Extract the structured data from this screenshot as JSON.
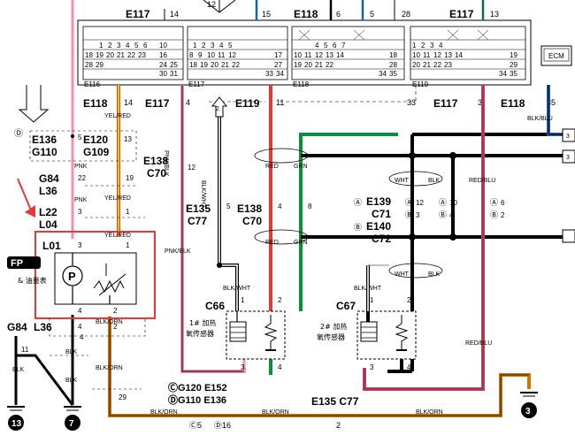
{
  "header": {
    "left_label": "E117",
    "left_pin": "14",
    "pin12": "12",
    "pin15": "15",
    "mid_label": "E118",
    "mid_pin6": "6",
    "mid_pin5": "5",
    "mid_pin28": "28",
    "right_label": "E117",
    "right_pin": "13"
  },
  "ecm": {
    "label": "ECM",
    "conn_e116": "E116",
    "conn_e117": "E117",
    "conn_e118": "E118",
    "conn_e119": "E119"
  },
  "below_ecm": {
    "e118": "E118",
    "e118_pin": "14",
    "e117": "E117",
    "e117_pin": "4",
    "e119": "E119",
    "e119_pin": "11",
    "pin33": "33",
    "e117_right": "E117",
    "e117_right_pin": "3",
    "e118_right": "E118",
    "e118_right_pin": "35"
  },
  "wires": {
    "yel_red": "YEL/RED",
    "pnk": "PNK",
    "pnk_blk": "PNK/BLK",
    "blk_wht": "BLK/WHT",
    "red": "RED",
    "grn": "GRN",
    "wht": "WHT",
    "blk": "BLK",
    "red_blu": "RED/BLU",
    "blk_blu": "BLK/BLU",
    "blk_orn": "BLK/ORN"
  },
  "left_conn": {
    "d_marker": "Ⓓ",
    "e136": "E136",
    "e136_pin": "5",
    "g110": "G110",
    "e120": "E120",
    "e120_pin": "13",
    "g109": "G109",
    "g84": "G84",
    "g84_pin": "22",
    "l36": "L36",
    "pin19": "19",
    "l22": "L22",
    "l22_pin": "3",
    "pin1": "1",
    "l04": "L04",
    "l01": "L01",
    "l01_pin": "3",
    "l01_pin1": "1",
    "fuel_pump_label": "FP",
    "fuel_gauge": "& 油量表",
    "pump_symbol": "P",
    "pin4": "4",
    "pin2": "2",
    "pin4b": "4",
    "pin2b": "2"
  },
  "e138_left": {
    "label": "E138",
    "pin": "12",
    "c70": "C70"
  },
  "e135": {
    "label": "E135",
    "pin": "5",
    "c77": "C77"
  },
  "e138_mid": {
    "label": "E138",
    "pin4": "4",
    "pin8": "8",
    "c70": "C70"
  },
  "e139": {
    "a_marker": "Ⓐ",
    "label": "E139",
    "a_pin12": "12",
    "a_pin10": "10",
    "a_pin6": "6",
    "c71": "C71",
    "b_marker": "Ⓑ",
    "b_pin3": "3",
    "b_pin4": "4",
    "b_pin2": "2",
    "e140": "E140",
    "c72": "C72"
  },
  "sensor1": {
    "conn": "C66",
    "title": "1# 加热",
    "subtitle": "氧传感器",
    "pin1": "1",
    "pin2": "2",
    "pin3": "3",
    "pin4": "4"
  },
  "sensor2": {
    "conn": "C67",
    "title": "2# 加热",
    "subtitle": "氧传感器",
    "pin1": "1",
    "pin2": "2",
    "pin3": "3",
    "pin4": "4"
  },
  "bottom": {
    "g84": "G84",
    "l36": "L36",
    "pin11": "11",
    "pin4": "4",
    "pin29": "29",
    "g120_line": "ⒸG120 E152",
    "g110_line": "ⒹG110 E136",
    "c_pin5": "Ⓒ5",
    "d_pin16": "Ⓓ16",
    "e135": "E135 C77",
    "e135_pin": "2",
    "ground13": "13",
    "ground7": "7",
    "ground3": "3"
  }
}
